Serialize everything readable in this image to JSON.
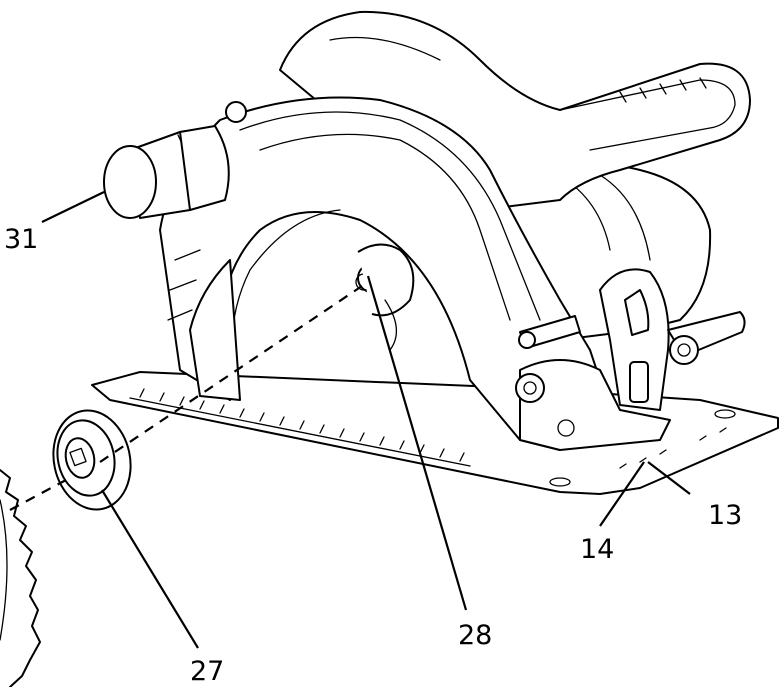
{
  "callouts": {
    "c31": "31",
    "c28": "28",
    "c27": "27",
    "c14": "14",
    "c13": "13"
  }
}
